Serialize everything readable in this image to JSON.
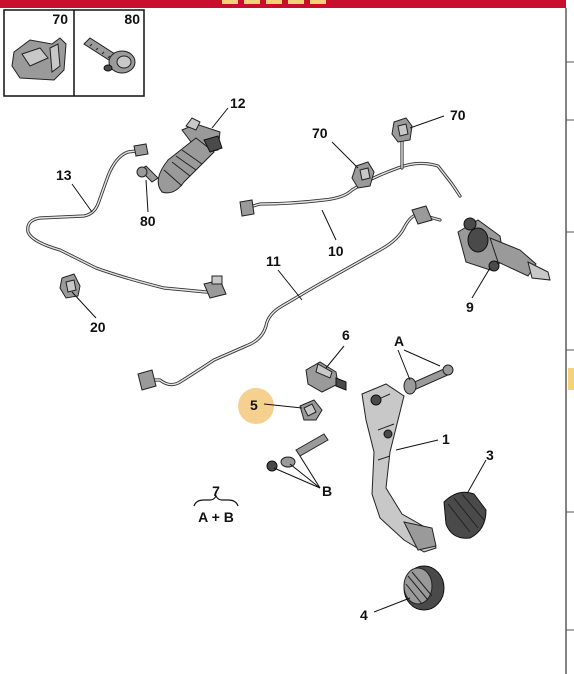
{
  "header": {
    "bar_color": "#c8102e"
  },
  "inset": {
    "labels": [
      "70",
      "80"
    ]
  },
  "callouts": {
    "c1": "1",
    "c3": "3",
    "c4": "4",
    "c5": "5",
    "c6": "6",
    "c9": "9",
    "c10": "10",
    "c11": "11",
    "c12": "12",
    "c13": "13",
    "c20": "20",
    "c70a": "70",
    "c70b": "70",
    "c80": "80",
    "cA": "A",
    "cB": "B"
  },
  "kit": {
    "number": "7",
    "formula": "A + B"
  },
  "highlight": {
    "label": "5",
    "color": "#f5c87a"
  }
}
